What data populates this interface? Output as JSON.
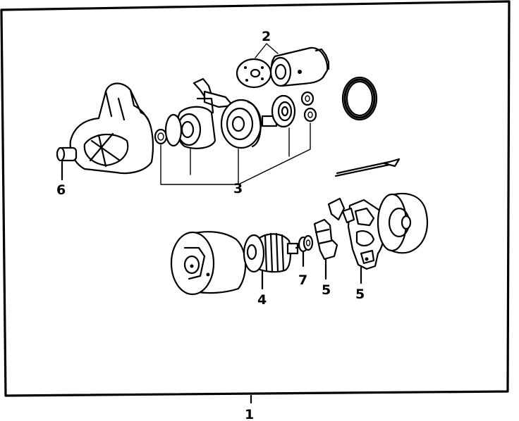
{
  "diagram": {
    "callouts": {
      "starter_assembly": "1",
      "solenoid": "2",
      "drive_gear_set": "3",
      "armature": "4",
      "brush_holder": "5",
      "brush_plate": "5",
      "drive_housing": "6",
      "washer": "7"
    }
  }
}
